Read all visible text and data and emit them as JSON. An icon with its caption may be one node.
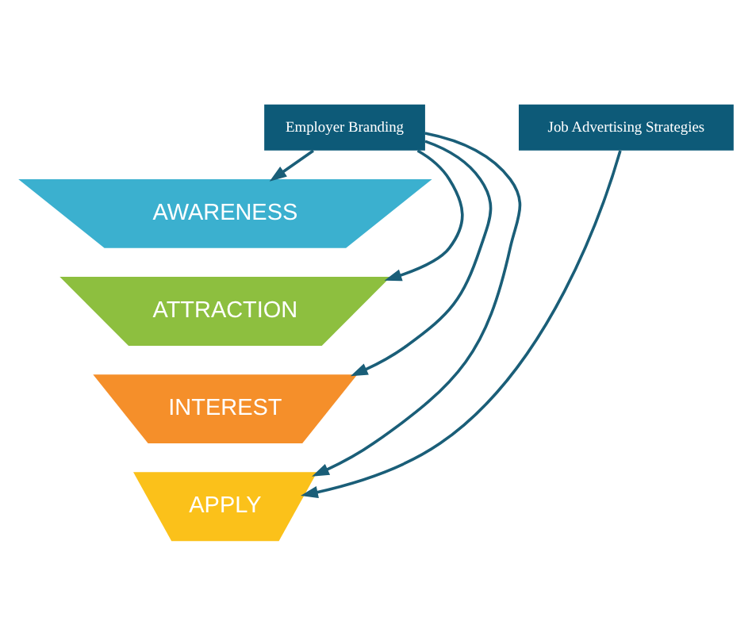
{
  "diagram": {
    "nodes": [
      {
        "text": [
          "Employer Branding"
        ]
      },
      {
        "text": [
          "Job Advertising Strategies"
        ]
      },
      {
        "text": [
          "AWARENESS"
        ]
      },
      {
        "text": [
          "ATTRACTION"
        ]
      },
      {
        "text": [
          "INTEREST"
        ]
      },
      {
        "text": [
          "APPLY"
        ]
      }
    ],
    "edges": [
      {
        "from": 0,
        "to": 2,
        "arrow": "to"
      },
      {
        "from": 0,
        "to": 3,
        "arrow": "to"
      },
      {
        "from": 0,
        "to": 4,
        "arrow": "to"
      },
      {
        "from": 0,
        "to": 5,
        "arrow": "to"
      },
      {
        "from": 1,
        "to": 5,
        "arrow": "to"
      }
    ]
  }
}
